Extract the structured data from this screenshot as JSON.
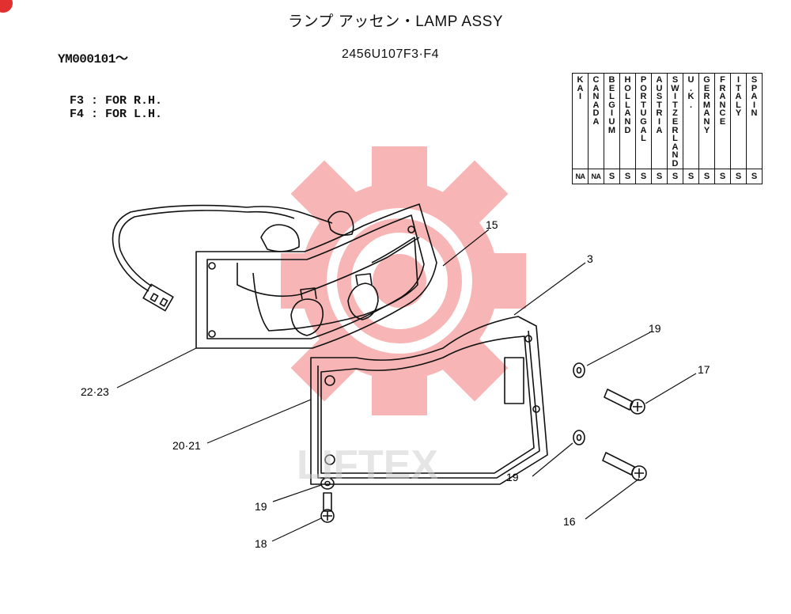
{
  "header": {
    "title": "ランプ アッセン・LAMP ASSY",
    "serial_from": "YM000101～",
    "part_code": "2456U107F3·F4"
  },
  "variants": [
    "F3 : FOR R.H.",
    "F4 : FOR L.H."
  ],
  "countries": [
    {
      "name": "KAI",
      "code": "NA"
    },
    {
      "name": "CANADA",
      "code": "NA"
    },
    {
      "name": "BELGIUM",
      "code": "S"
    },
    {
      "name": "HOLLAND",
      "code": "S"
    },
    {
      "name": "PORTUGAL",
      "code": "S"
    },
    {
      "name": "AUSTRIA",
      "code": "S"
    },
    {
      "name": "SWITZER LAND",
      "code": "S"
    },
    {
      "name": "U.K.",
      "code": "S"
    },
    {
      "name": "GERMANY",
      "code": "S"
    },
    {
      "name": "FRANCE",
      "code": "S"
    },
    {
      "name": "ITALY",
      "code": "S"
    },
    {
      "name": "SPAIN",
      "code": "S"
    }
  ],
  "callouts": {
    "c15": "15",
    "c3": "3",
    "c19a": "19",
    "c17": "17",
    "c22_23": "22·23",
    "c20_21": "20·21",
    "c19b": "19",
    "c19c": "19",
    "c18": "18",
    "c16": "16"
  },
  "watermark": {
    "text": "LIFTEX",
    "color": "#ee3a3a"
  },
  "colors": {
    "line": "#111111",
    "watermark_red": "#f47a7a"
  }
}
